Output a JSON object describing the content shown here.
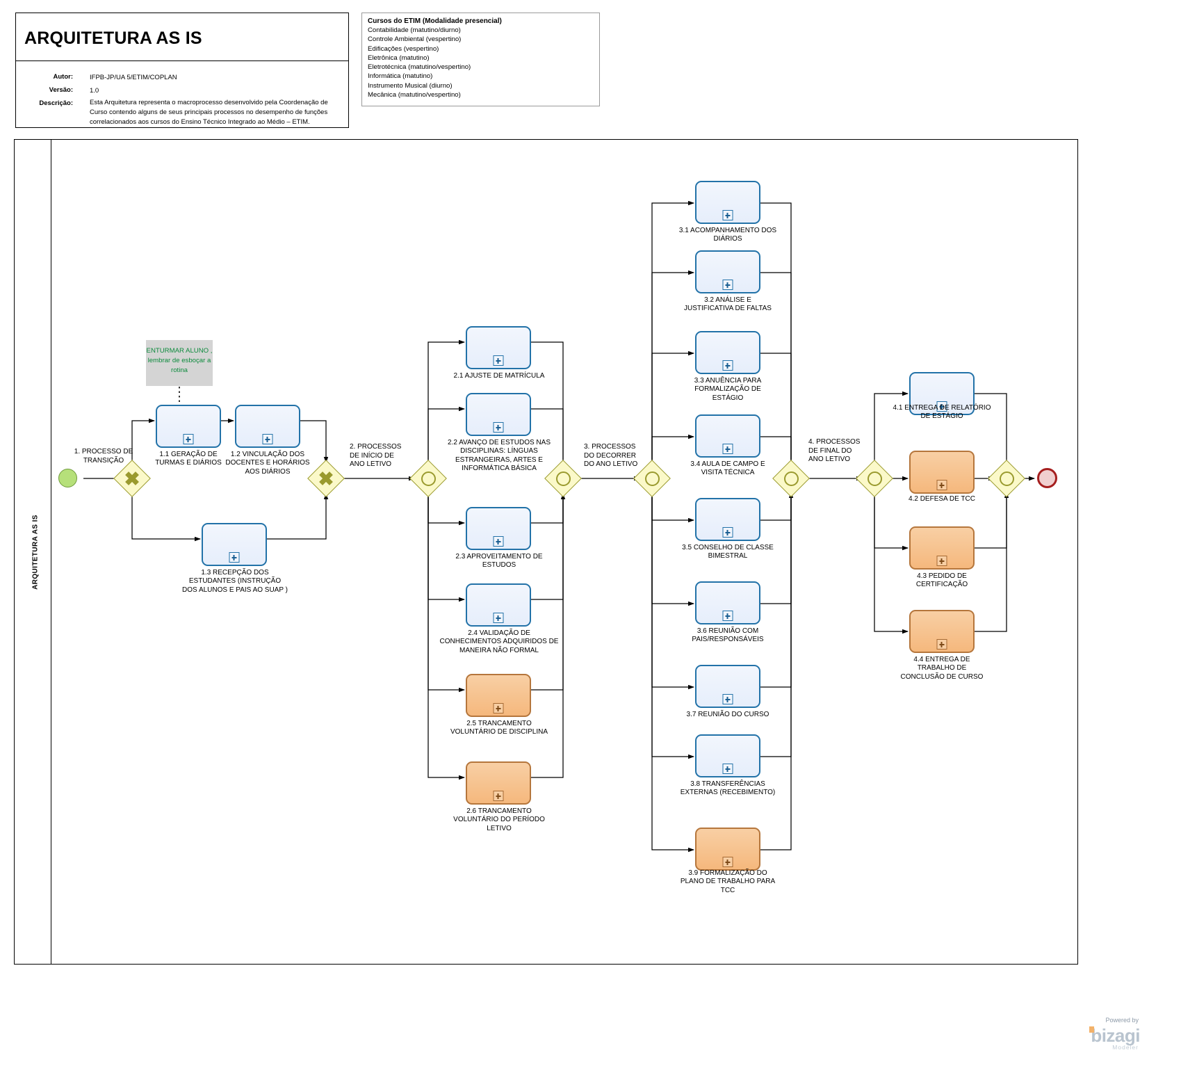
{
  "header": {
    "title": "ARQUITETURA AS IS",
    "fields": [
      {
        "label": "Autor:",
        "value": "IFPB-JP/UA 5/ETIM/COPLAN"
      },
      {
        "label": "Versão:",
        "value": "1.0"
      },
      {
        "label": "Descrição:",
        "value": "Esta Arquitetura representa o macroprocesso desenvolvido pela Coordenação de Curso contendo alguns de seus principais processos no desempenho de funções correlacionados aos cursos do Ensino Técnico Integrado ao Médio – ETIM."
      }
    ]
  },
  "courses_box": {
    "heading": "Cursos do ETIM (Modalidade presencial)",
    "items": [
      "Contabilidade (matutino/diurno)",
      "Controle Ambiental (vespertino)",
      "Edificações (vespertino)",
      "Eletrônica (matutino)",
      "Eletrotécnica (matutino/vespertino)",
      "Informática (matutino)",
      "Instrumento Musical (diurno)",
      "Mecânica (matutino/vespertino)"
    ]
  },
  "pool": {
    "lane_title": "ARQUITETURA AS IS"
  },
  "events": {
    "start": "start-event",
    "end": "end-event"
  },
  "annotation": {
    "text": "ENTURMAR ALUNO , lembrar de esboçar a rotina",
    "color": "#0c8a3c"
  },
  "flow_labels": [
    {
      "id": "f1",
      "text": "1. PROCESSO DE  TRANSIÇÃO"
    },
    {
      "id": "f2",
      "text": "2. PROCESSOS DE INÍCIO DE ANO LETIVO"
    },
    {
      "id": "f3",
      "text": "3. PROCESSOS DO DECORRER DO ANO LETIVO"
    },
    {
      "id": "f4",
      "text": "4. PROCESSOS DE FINAL DO ANO LETIVO"
    }
  ],
  "groups": [
    {
      "id": "g1",
      "tasks": [
        {
          "id": "1.1",
          "label": "1.1 GERAÇÃO DE TURMAS E DIÁRIOS",
          "type": "subprocess",
          "color": "blue"
        },
        {
          "id": "1.2",
          "label": "1.2 VINCULAÇÃO DOS DOCENTES E HORÁRIOS AOS DIÁRIOS",
          "type": "subprocess",
          "color": "blue"
        },
        {
          "id": "1.3",
          "label": "1.3 RECEPÇÃO DOS ESTUDANTES (INSTRUÇÃO DOS ALUNOS E PAIS AO SUAP )",
          "type": "subprocess",
          "color": "blue"
        }
      ]
    },
    {
      "id": "g2",
      "tasks": [
        {
          "id": "2.1",
          "label": "2.1 AJUSTE DE MATRÍCULA",
          "type": "subprocess",
          "color": "blue"
        },
        {
          "id": "2.2",
          "label": "2.2  AVANÇO DE ESTUDOS NAS DISCIPLINAS: LÍNGUAS ESTRANGEIRAS, ARTES E INFORMÁTICA BÁSICA",
          "type": "subprocess",
          "color": "blue"
        },
        {
          "id": "2.3",
          "label": "2.3  APROVEITAMENTO DE ESTUDOS",
          "type": "subprocess",
          "color": "blue"
        },
        {
          "id": "2.4",
          "label": "2.4  VALIDAÇÃO DE CONHECIMENTOS ADQUIRIDOS DE MANEIRA NÃO FORMAL",
          "type": "subprocess",
          "color": "blue"
        },
        {
          "id": "2.5",
          "label": "2.5 TRANCAMENTO VOLUNTÁRIO DE DISCIPLINA",
          "type": "subprocess",
          "color": "orange"
        },
        {
          "id": "2.6",
          "label": "2.6 TRANCAMENTO VOLUNTÁRIO DO PERÍODO LETIVO",
          "type": "subprocess",
          "color": "orange"
        }
      ]
    },
    {
      "id": "g3",
      "tasks": [
        {
          "id": "3.1",
          "label": "3.1 ACOMPANHAMENTO DOS DIÁRIOS",
          "type": "subprocess",
          "color": "blue"
        },
        {
          "id": "3.2",
          "label": "3.2 ANÁLISE E JUSTIFICATIVA DE FALTAS",
          "type": "subprocess",
          "color": "blue"
        },
        {
          "id": "3.3",
          "label": "3.3 ANUÊNCIA PARA FORMALIZAÇÃO DE ESTÁGIO",
          "type": "subprocess",
          "color": "blue"
        },
        {
          "id": "3.4",
          "label": "3.4 AULA DE CAMPO E VISITA TÉCNICA",
          "type": "subprocess",
          "color": "blue"
        },
        {
          "id": "3.5",
          "label": "3.5 CONSELHO DE CLASSE BIMESTRAL",
          "type": "subprocess",
          "color": "blue"
        },
        {
          "id": "3.6",
          "label": "3.6 REUNIÃO COM PAIS/RESPONSÁVEIS",
          "type": "subprocess",
          "color": "blue"
        },
        {
          "id": "3.7",
          "label": "3.7 REUNIÃO DO CURSO",
          "type": "subprocess",
          "color": "blue"
        },
        {
          "id": "3.8",
          "label": "3.8 TRANSFERÊNCIAS EXTERNAS (RECEBIMENTO)",
          "type": "subprocess",
          "color": "blue"
        },
        {
          "id": "3.9",
          "label": "3.9 FORMALIZAÇÃO DO PLANO DE TRABALHO PARA TCC",
          "type": "subprocess",
          "color": "orange"
        }
      ]
    },
    {
      "id": "g4",
      "tasks": [
        {
          "id": "4.1",
          "label": "4.1 ENTREGA DE RELATÓRIO DE ESTÁGIO",
          "type": "subprocess",
          "color": "blue"
        },
        {
          "id": "4.2",
          "label": "4.2 DEFESA DE TCC",
          "type": "subprocess",
          "color": "orange"
        },
        {
          "id": "4.3",
          "label": "4.3 PEDIDO DE CERTIFICAÇÃO",
          "type": "subprocess",
          "color": "orange"
        },
        {
          "id": "4.4",
          "label": "4.4 ENTREGA DE TRABALHO DE CONCLUSÃO DE CURSO",
          "type": "subprocess",
          "color": "orange"
        }
      ]
    }
  ],
  "gateways": [
    {
      "id": "gw-split-1",
      "kind": "parallel"
    },
    {
      "id": "gw-join-1",
      "kind": "parallel"
    },
    {
      "id": "gw-split-2",
      "kind": "inclusive"
    },
    {
      "id": "gw-join-2",
      "kind": "inclusive"
    },
    {
      "id": "gw-split-3",
      "kind": "inclusive"
    },
    {
      "id": "gw-join-3",
      "kind": "inclusive"
    },
    {
      "id": "gw-split-4",
      "kind": "inclusive"
    },
    {
      "id": "gw-join-4",
      "kind": "inclusive"
    }
  ],
  "branding": {
    "powered_by": "Powered by",
    "name": "bizagi",
    "product": "Modeler"
  },
  "colors": {
    "task_blue_border": "#2272a8",
    "task_blue_fill": "#e9f0fc",
    "task_orange_border": "#b5763c",
    "task_orange_fill": "#f6c08a",
    "gateway_fill": "#fbf9c9",
    "gateway_border": "#9a9a2e",
    "start_fill": "#b6e07a",
    "end_border": "#a51e1e",
    "annotation_fill": "#d4d4d4"
  }
}
